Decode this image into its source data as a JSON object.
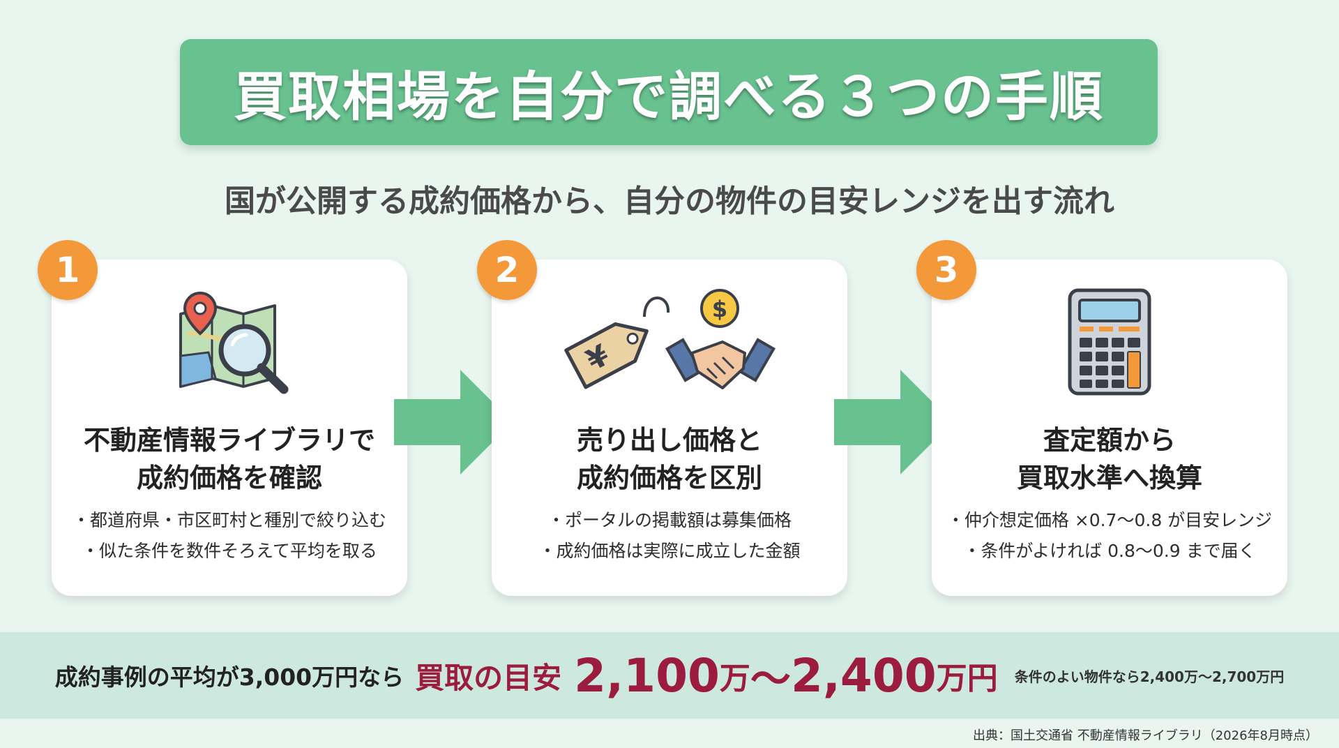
{
  "title": "買取相場を自分で調べる３つの手順",
  "subtitle": "国が公開する成約価格から、自分の物件の目安レンジを出す流れ",
  "colors": {
    "background": "#e9f6f0",
    "title_banner": "#68c18f",
    "step_badge": "#f3993a",
    "arrow": "#68c18f",
    "highlight": "#9c1c3f",
    "bottom_band": "#cde9df"
  },
  "steps": [
    {
      "number": "1",
      "icon": "map-search-icon",
      "heading_line1": "不動産情報ライブラリで",
      "heading_line2": "成約価格を確認",
      "bullets": [
        "・都道府県・市区町村と種別で絞り込む",
        "・似た条件を数件そろえて平均を取る"
      ]
    },
    {
      "number": "2",
      "icon": "price-tag-handshake-icon",
      "tag_symbol": "¥",
      "coin_symbol": "$",
      "heading_line1": "売り出し価格と",
      "heading_line2": "成約価格を区別",
      "bullets": [
        "・ポータルの掲載額は募集価格",
        "・成約価格は実際に成立した金額"
      ]
    },
    {
      "number": "3",
      "icon": "calculator-icon",
      "heading_line1": "査定額から",
      "heading_line2": "買取水準へ換算",
      "bullets": [
        "・仲介想定価格 ×0.7〜0.8 が目安レンジ",
        "・条件がよければ 0.8〜0.9 まで届く"
      ]
    }
  ],
  "bottom": {
    "lead": "成約事例の平均が3,000万円なら",
    "label": "買取の目安",
    "range_low": "2,100",
    "unit_low": "万",
    "tilde": "〜",
    "range_high": "2,400",
    "unit_high": "万円",
    "note": "条件のよい物件なら2,400万〜2,700万円"
  },
  "source": "出典：国土交通省 不動産情報ライブラリ（2026年8月時点）"
}
